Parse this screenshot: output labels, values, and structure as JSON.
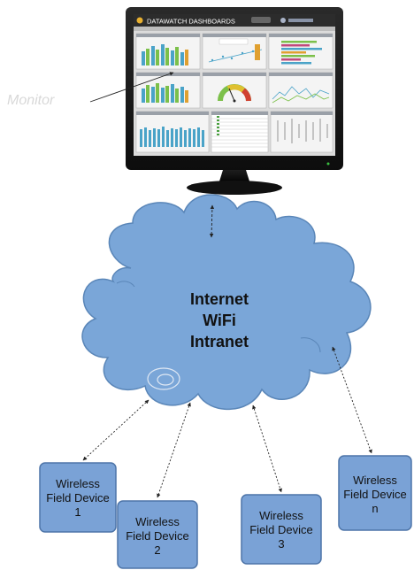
{
  "monitor": {
    "dashboard_title": "DATAWATCH DASHBOARDS",
    "annotation": "Monitor"
  },
  "cloud": {
    "lines": [
      "Internet",
      "WiFi",
      "Intranet"
    ]
  },
  "devices": [
    {
      "line1": "Wireless",
      "line2": "Field Device",
      "line3": "1"
    },
    {
      "line1": "Wireless",
      "line2": "Field Device",
      "line3": "2"
    },
    {
      "line1": "Wireless",
      "line2": "Field Device",
      "line3": "3"
    },
    {
      "line1": "Wireless",
      "line2": "Field Device",
      "line3": "n"
    }
  ],
  "colors": {
    "cloud_fill": "#7aa6d8",
    "cloud_stroke": "#5a86b8",
    "device_fill": "#7aa2d6",
    "device_stroke": "#4d74a8",
    "screen_bg": "#3a3a3a"
  }
}
